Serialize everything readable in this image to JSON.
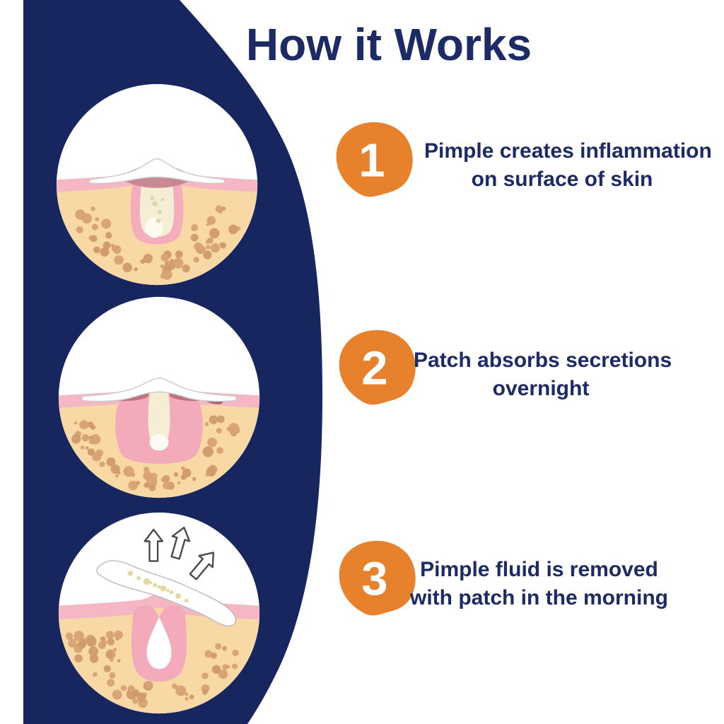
{
  "title": "How it Works",
  "colors": {
    "navy": "#17265e",
    "orange": "#e8812c",
    "text_navy": "#1c2a66",
    "skin_tan": "#f8d9a6",
    "skin_dots": "#d8a273",
    "epidermis_pink": "#f5b7c4",
    "pore_pink": "#f3aabb",
    "inflamed_rose": "#c6818e",
    "pus_cream": "#f5eed5"
  },
  "steps": [
    {
      "number": "1",
      "line1": "Pimple creates inflammation",
      "line2": "on surface of skin",
      "illustration": "skin-cross-section-inflamed-pimple-with-patch"
    },
    {
      "number": "2",
      "line1": "Patch absorbs secretions",
      "line2": "overnight",
      "illustration": "skin-cross-section-patch-absorbing-fluid"
    },
    {
      "number": "3",
      "line1": "Pimple fluid is removed",
      "line2": "with patch in the morning",
      "illustration": "skin-cross-section-patch-removed-with-fluid"
    }
  ]
}
